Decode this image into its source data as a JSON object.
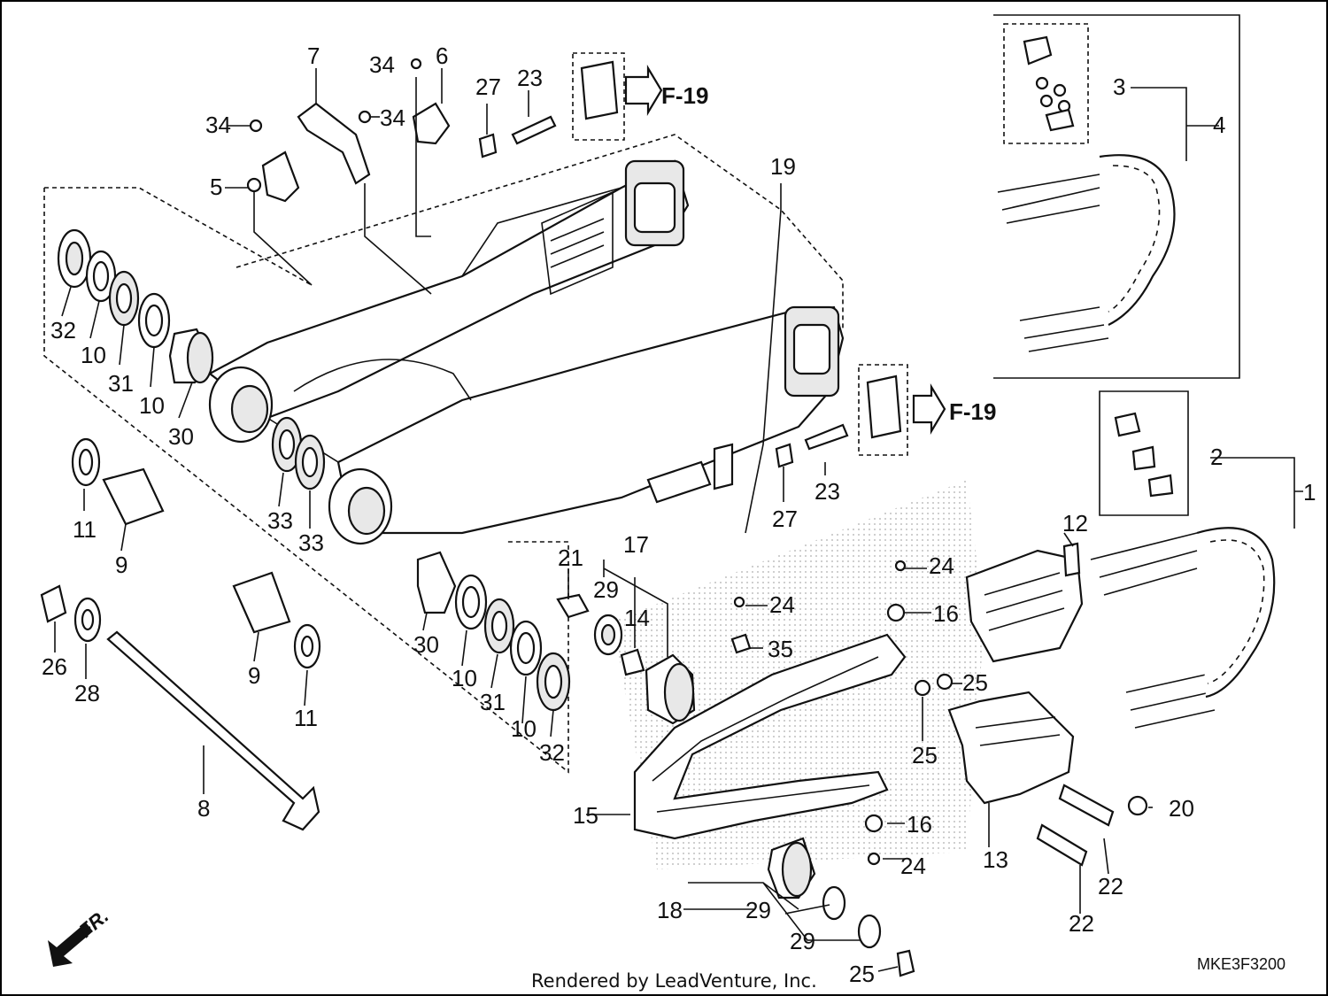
{
  "diagram": {
    "page_ref": "F-19",
    "diagram_code": "MKE3F3200",
    "credit": "Rendered by LeadVenture, Inc.",
    "front_marker": "FR.",
    "callouts": [
      "1",
      "2",
      "3",
      "4",
      "5",
      "6",
      "7",
      "8",
      "9",
      "9",
      "10",
      "10",
      "10",
      "10",
      "11",
      "11",
      "12",
      "13",
      "14",
      "15",
      "16",
      "16",
      "17",
      "18",
      "19",
      "20",
      "21",
      "22",
      "22",
      "23",
      "23",
      "24",
      "24",
      "24",
      "25",
      "25",
      "25",
      "26",
      "27",
      "27",
      "28",
      "29",
      "29",
      "29",
      "30",
      "30",
      "31",
      "31",
      "32",
      "32",
      "33",
      "33",
      "34",
      "34",
      "34",
      "35"
    ]
  },
  "callouts": {
    "c1": "1",
    "c2": "2",
    "c3": "3",
    "c4": "4",
    "c5": "5",
    "c6": "6",
    "c7": "7",
    "c8": "8",
    "c9a": "9",
    "c9b": "9",
    "c10a": "10",
    "c10b": "10",
    "c10c": "10",
    "c10d": "10",
    "c11a": "11",
    "c11b": "11",
    "c12": "12",
    "c13": "13",
    "c14": "14",
    "c15": "15",
    "c16a": "16",
    "c16b": "16",
    "c17": "17",
    "c18": "18",
    "c19": "19",
    "c20": "20",
    "c21": "21",
    "c22a": "22",
    "c22b": "22",
    "c23a": "23",
    "c23b": "23",
    "c24a": "24",
    "c24b": "24",
    "c24c": "24",
    "c25a": "25",
    "c25b": "25",
    "c25c": "25",
    "c26": "26",
    "c27a": "27",
    "c27b": "27",
    "c28": "28",
    "c29a": "29",
    "c29b": "29",
    "c29c": "29",
    "c30a": "30",
    "c30b": "30",
    "c31a": "31",
    "c31b": "31",
    "c32a": "32",
    "c32b": "32",
    "c33a": "33",
    "c33b": "33",
    "c34a": "34",
    "c34b": "34",
    "c34c": "34",
    "c35": "35",
    "f19a": "F-19",
    "f19b": "F-19"
  },
  "colors": {
    "ink": "#111111",
    "paper": "#ffffff",
    "shade": "#e8e8e8"
  }
}
